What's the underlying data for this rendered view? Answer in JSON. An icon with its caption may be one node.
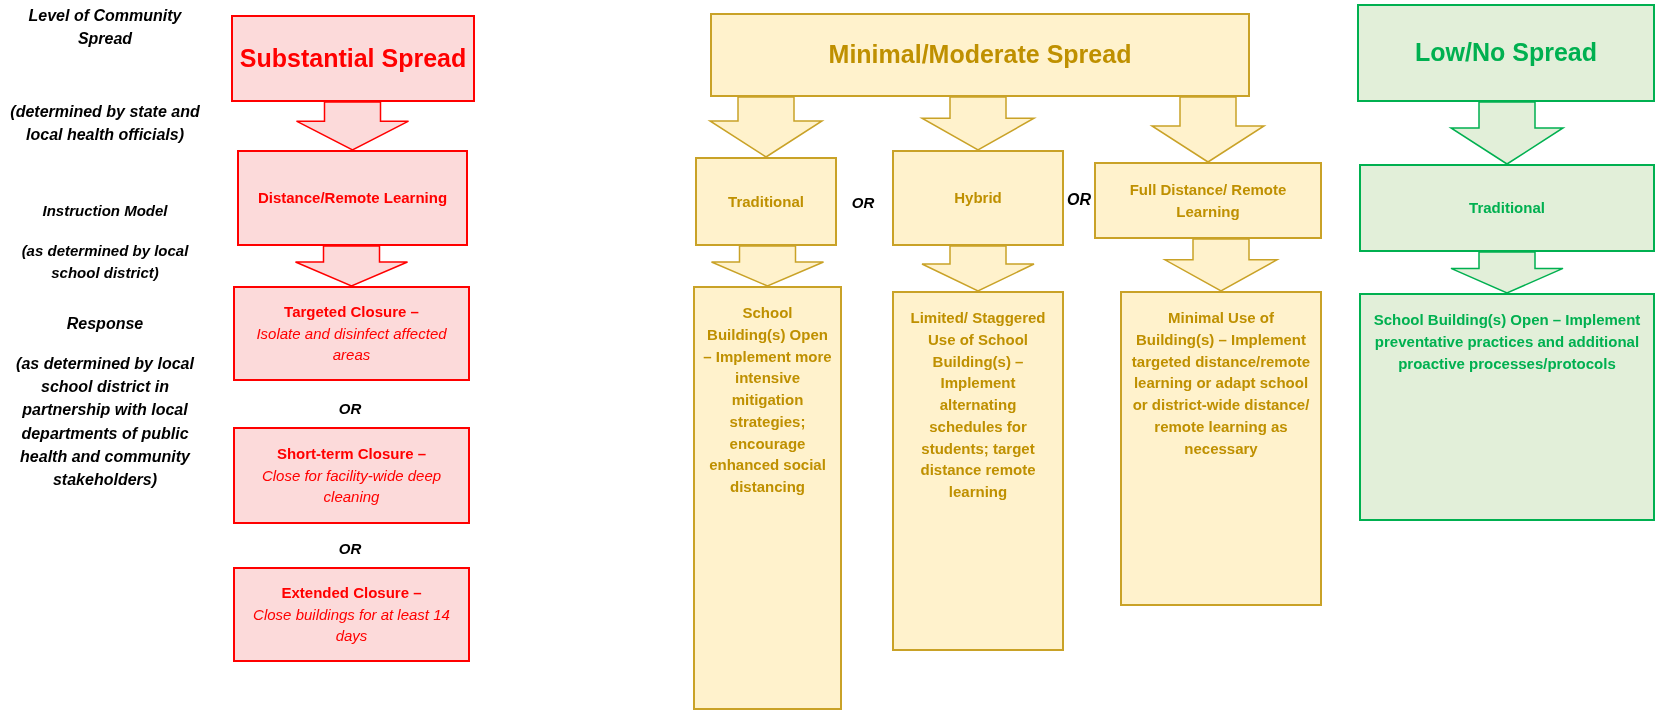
{
  "diagram": {
    "nodes": [
      {
        "text": [
          "Substantial Spread"
        ]
      },
      {
        "text": [
          "Distance/Remote Learning"
        ]
      },
      {
        "text": [
          "Targeted Closure –",
          "Isolate and disinfect affected areas"
        ]
      },
      {
        "text": [
          "Short-term Closure –",
          "Close for facility-wide deep cleaning"
        ]
      },
      {
        "text": [
          "Extended Closure –",
          "Close buildings for at least 14 days"
        ]
      },
      {
        "text": [
          "Minimal/Moderate Spread"
        ]
      },
      {
        "text": [
          "Traditional"
        ]
      },
      {
        "text": [
          "Hybrid"
        ]
      },
      {
        "text": [
          "Full Distance/ Remote Learning"
        ]
      },
      {
        "text": [
          "School Building(s) Open – Implement more intensive mitigation strategies; encourage enhanced social distancing"
        ]
      },
      {
        "text": [
          "Limited/ Staggered Use of School Building(s) – Implement alternating schedules for students; target distance remote learning"
        ]
      },
      {
        "text": [
          "Minimal Use of Building(s) – Implement targeted distance/remote learning or adapt school or district-wide distance/ remote learning as necessary"
        ]
      },
      {
        "text": [
          "Low/No Spread"
        ]
      },
      {
        "text": [
          "Traditional"
        ]
      },
      {
        "text": [
          "School Building(s) Open – Implement preventative practices and additional proactive processes/protocols"
        ]
      }
    ],
    "edges": [
      {
        "from": 0,
        "to": 1,
        "arrow": "to",
        "color": "#ff0000"
      },
      {
        "from": 1,
        "to": 2,
        "arrow": "to",
        "color": "#ff0000"
      },
      {
        "from": 5,
        "to": 6,
        "arrow": "to",
        "color": "#c9a227"
      },
      {
        "from": 5,
        "to": 7,
        "arrow": "to",
        "color": "#c9a227"
      },
      {
        "from": 5,
        "to": 8,
        "arrow": "to",
        "color": "#c9a227"
      },
      {
        "from": 6,
        "to": 9,
        "arrow": "to",
        "color": "#c9a227"
      },
      {
        "from": 7,
        "to": 10,
        "arrow": "to",
        "color": "#c9a227"
      },
      {
        "from": 8,
        "to": 11,
        "arrow": "to",
        "color": "#c9a227"
      },
      {
        "from": 12,
        "to": 13,
        "arrow": "to",
        "color": "#00b050"
      },
      {
        "from": 13,
        "to": 14,
        "arrow": "to",
        "color": "#00b050"
      }
    ],
    "labels": [
      "Level of Community Spread",
      "(determined by state and local health officials)",
      "Instruction Model",
      "(as determined by local school district)",
      "Response",
      "(as determined by local school district in partnership with local departments of public health and community stakeholders)",
      "OR",
      "OR",
      "OR",
      "OR"
    ]
  }
}
